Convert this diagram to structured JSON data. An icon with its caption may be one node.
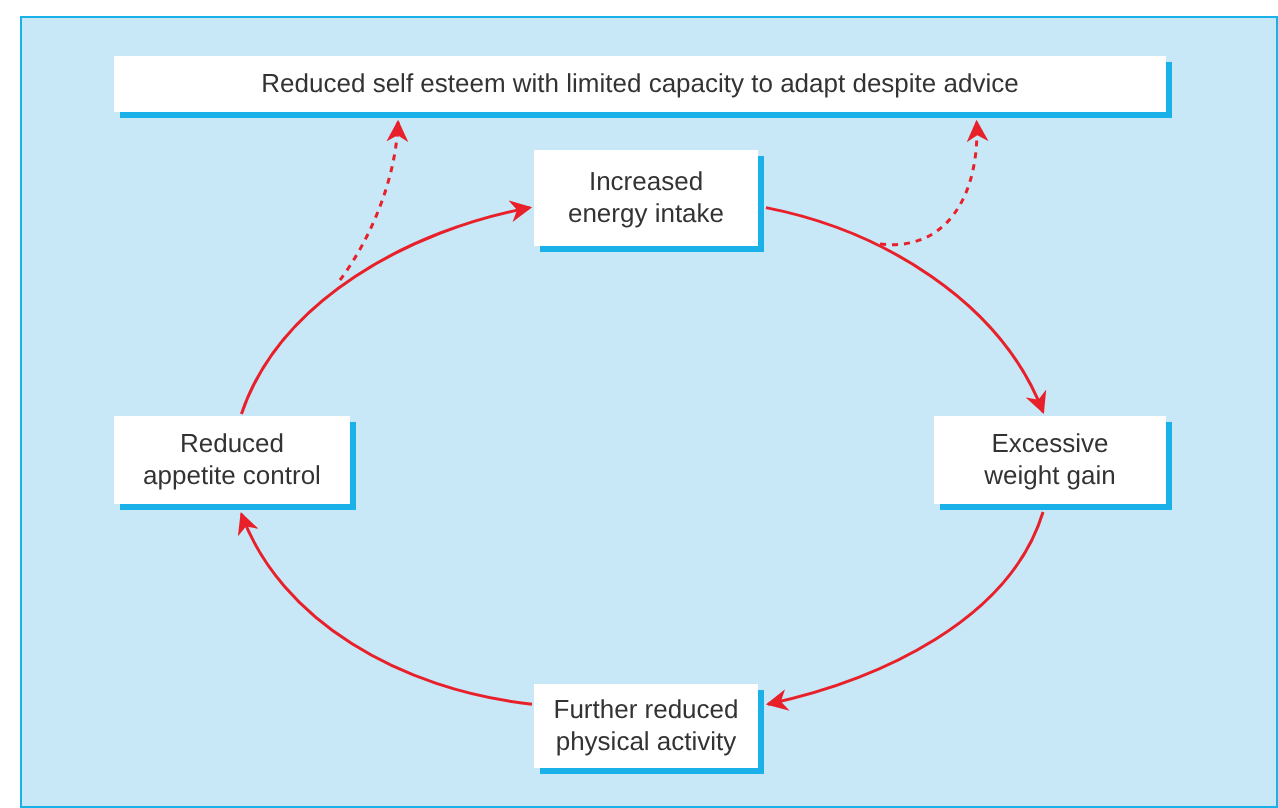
{
  "diagram": {
    "nodes": [
      {
        "text": [
          "Reduced self esteem with limited capacity to adapt despite advice"
        ]
      },
      {
        "text": [
          "Increased energy intake"
        ]
      },
      {
        "text": [
          "Excessive weight gain"
        ]
      },
      {
        "text": [
          "Further reduced physical activity"
        ]
      },
      {
        "text": [
          "Reduced appetite control"
        ]
      }
    ],
    "edges": [
      {
        "from": 4,
        "to": 1,
        "arrow": "to"
      },
      {
        "from": 1,
        "to": 2,
        "arrow": "to"
      },
      {
        "from": 2,
        "to": 3,
        "arrow": "to"
      },
      {
        "from": 3,
        "to": 4,
        "arrow": "to"
      },
      {
        "from": null,
        "to": 0,
        "arrow": "to",
        "style": "dashed"
      },
      {
        "from": null,
        "to": 0,
        "arrow": "to",
        "style": "dashed"
      }
    ]
  }
}
